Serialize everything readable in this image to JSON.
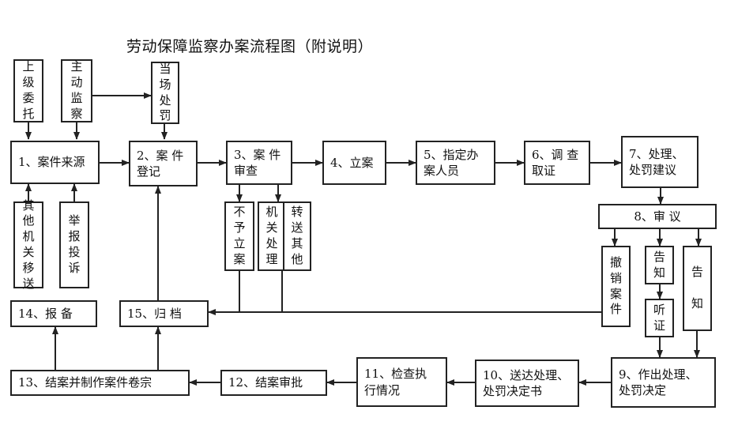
{
  "title": "劳动保障监察办案流程图（附说明）",
  "nodes": {
    "n_shangji": "上\n级\n委\n托",
    "n_zhudong": "主\n动\n监\n察",
    "n_dangchang": "当\n场\n处\n罚",
    "n1": "1、案件来源",
    "n2": "2、案  件\n登记",
    "n3": "3、案  件\n审查",
    "n4": "4、立案",
    "n5": "5、指定办\n案人员",
    "n6": "6、调 查\n取证",
    "n7": "7、处理、\n处罚建议",
    "n8": "8、审    议",
    "n_buyu": "不\n予\n立\n案",
    "n_jiguan": "机\n关\n处\n理",
    "n_zhuansong": "转\n送\n其\n他",
    "n_qita": "其\n他\n机\n关\n移\n送",
    "n_jubao": "举\n报\n投\n诉",
    "n_chexiao": "撤\n销\n案\n件",
    "n_gaozhi1": "告\n知",
    "n_tingzheng": "听\n证",
    "n_gaozhi2": "告\n\n知",
    "n14": "14、报    备",
    "n15": "15、归    档",
    "n9": "9、作出处理、\n处罚决定",
    "n10": "10、送达处理、\n处罚决定书",
    "n11": "11、检查执\n行情况",
    "n12": "12、结案审批",
    "n13": "13、结案并制作案件卷宗"
  }
}
